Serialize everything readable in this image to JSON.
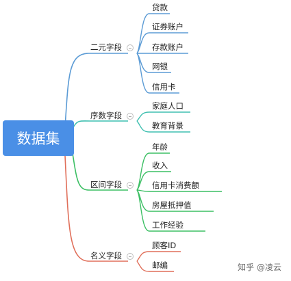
{
  "root": {
    "label": "数据集"
  },
  "categories": [
    {
      "label": "二元字段",
      "color": "#5b9bd5",
      "leaves": [
        "贷款",
        "证券账户",
        "存款账户",
        "网银",
        "信用卡"
      ]
    },
    {
      "label": "序数字段",
      "color": "#3fbfb0",
      "leaves": [
        "家庭人口",
        "教育背景"
      ]
    },
    {
      "label": "区间字段",
      "color": "#3cbf64",
      "leaves": [
        "年龄",
        "收入",
        "信用卡消费额",
        "房屋抵押值",
        "工作经验"
      ]
    },
    {
      "label": "名义字段",
      "color": "#e06f5a",
      "leaves": [
        "顾客ID",
        "邮编"
      ]
    }
  ],
  "watermark": "知乎 @凌云"
}
